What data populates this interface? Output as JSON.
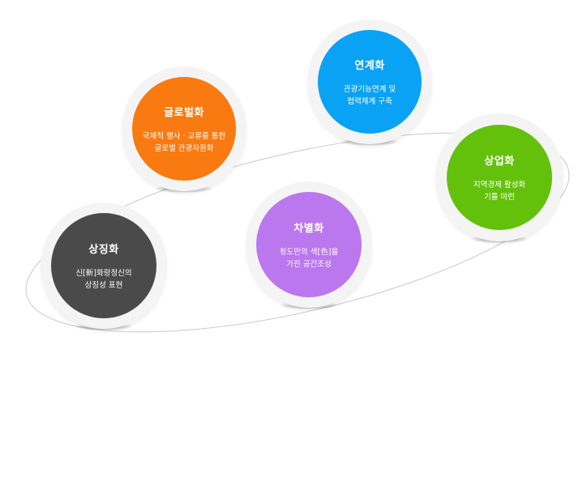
{
  "colors": {
    "orbit_line": "#c9c9c9",
    "outer_ring": "#f4f4f4"
  },
  "nodes": [
    {
      "id": "glocalization",
      "title": "글로벌화",
      "lines": [
        "국제적 행사 · 교류를 통한",
        "글로벌 관광자원화"
      ],
      "color": "#f97a10"
    },
    {
      "id": "linkage",
      "title": "연계화",
      "lines": [
        "관광기능연계 및",
        "협력체계 구축"
      ],
      "color": "#0aa2f4"
    },
    {
      "id": "commercialization",
      "title": "상업화",
      "lines": [
        "지역경제 활성화",
        "기틀 마련"
      ],
      "color": "#64c10b"
    },
    {
      "id": "differentiation",
      "title": "차별화",
      "lines": [
        "청도만의 색[色]을",
        "가진 공간조성"
      ],
      "color": "#bb77ee"
    },
    {
      "id": "symbolization",
      "title": "상징화",
      "lines": [
        "신[新]화랑정신의",
        "상징성 표현"
      ],
      "color": "#4a4a4a"
    }
  ]
}
